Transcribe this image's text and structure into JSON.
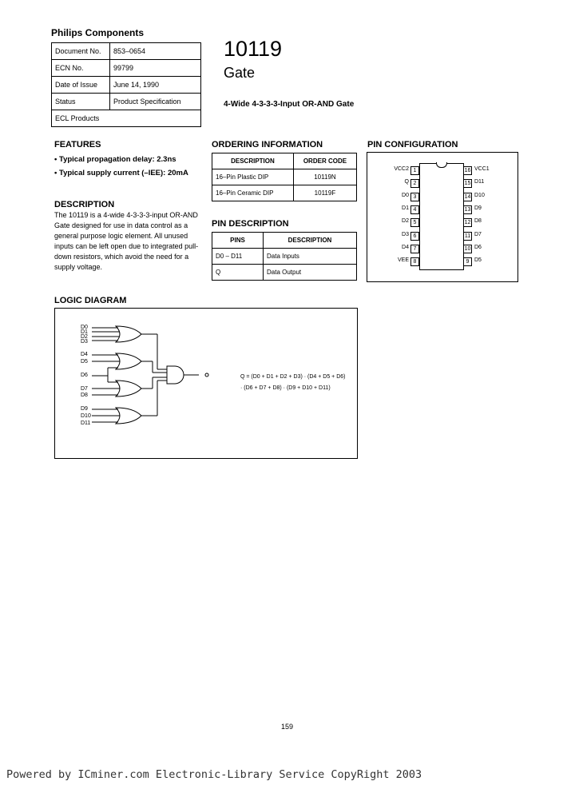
{
  "header": {
    "company": "Philips Components",
    "part_number": "10119",
    "subtitle": "Gate",
    "description": "4-Wide 4-3-3-3-Input OR-AND Gate"
  },
  "info_table": [
    {
      "label": "Document No.",
      "value": "853–0654"
    },
    {
      "label": "ECN No.",
      "value": "99799"
    },
    {
      "label": "Date of Issue",
      "value": "June 14, 1990"
    },
    {
      "label": "Status",
      "value": "Product Specification"
    },
    {
      "label": "ECL Products",
      "value": ""
    }
  ],
  "features": {
    "title": "FEATURES",
    "items": [
      "• Typical propagation delay: 2.3ns",
      "• Typical supply current (–IEE): 20mA"
    ]
  },
  "description": {
    "title": "DESCRIPTION",
    "text": "The 10119 is a 4-wide 4-3-3-3-input OR-AND Gate designed for use in data control as a general purpose logic element. All unused inputs can be left open due to integrated pull-down resistors, which avoid the need for a supply voltage."
  },
  "ordering": {
    "title": "ORDERING INFORMATION",
    "headers": [
      "DESCRIPTION",
      "ORDER CODE"
    ],
    "rows": [
      [
        "16–Pin Plastic DIP",
        "10119N"
      ],
      [
        "16–Pin Ceramic DIP",
        "10119F"
      ]
    ]
  },
  "pin_description": {
    "title": "PIN DESCRIPTION",
    "headers": [
      "PINS",
      "DESCRIPTION"
    ],
    "rows": [
      [
        "D0 – D11",
        "Data Inputs"
      ],
      [
        "Q",
        "Data Output"
      ]
    ]
  },
  "pin_config": {
    "title": "PIN CONFIGURATION",
    "left": [
      {
        "label": "VCC2",
        "num": "1"
      },
      {
        "label": "Q",
        "num": "2"
      },
      {
        "label": "D0",
        "num": "3"
      },
      {
        "label": "D1",
        "num": "4"
      },
      {
        "label": "D2",
        "num": "5"
      },
      {
        "label": "D3",
        "num": "6"
      },
      {
        "label": "D4",
        "num": "7"
      },
      {
        "label": "VEE",
        "num": "8"
      }
    ],
    "right": [
      {
        "label": "VCC1",
        "num": "16"
      },
      {
        "label": "D11",
        "num": "15"
      },
      {
        "label": "D10",
        "num": "14"
      },
      {
        "label": "D9",
        "num": "13"
      },
      {
        "label": "D8",
        "num": "12"
      },
      {
        "label": "D7",
        "num": "11"
      },
      {
        "label": "D6",
        "num": "10"
      },
      {
        "label": "D5",
        "num": "9"
      }
    ]
  },
  "logic": {
    "title": "LOGIC DIAGRAM",
    "inputs": [
      "D0",
      "D1",
      "D2",
      "D3",
      "D4",
      "D5",
      "D6",
      "D7",
      "D8",
      "D9",
      "D10",
      "D11"
    ],
    "eq1": "Q = (D0 + D1 + D2 + D3) · (D4 + D5 + D6)",
    "eq2": "· (D6 + D7 + D8) · (D9 + D10 + D11)"
  },
  "page_number": "159",
  "footer": "Powered by ICminer.com Electronic-Library Service CopyRight 2003"
}
